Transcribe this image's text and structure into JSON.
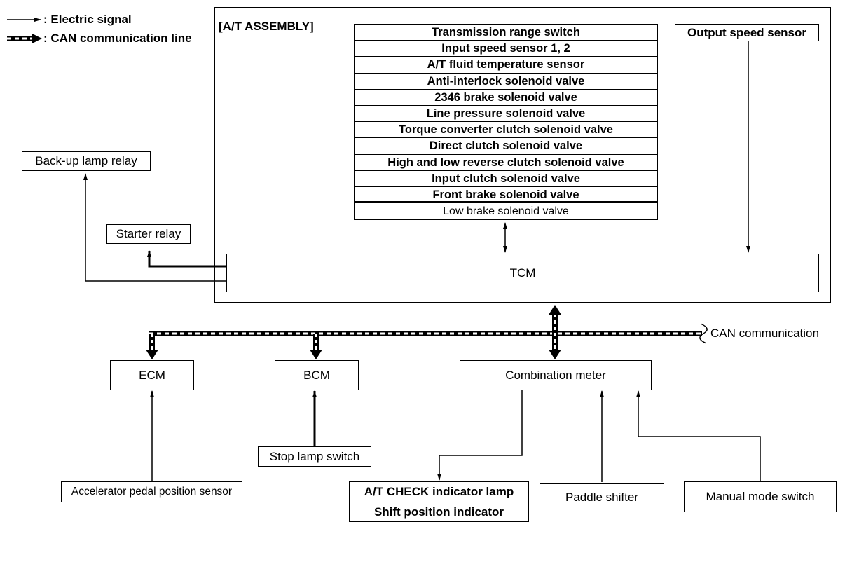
{
  "legend": {
    "electric_signal": ": Electric signal",
    "can_line": ": CAN communication line"
  },
  "assembly": {
    "title": "[A/T ASSEMBLY]",
    "components": [
      "Transmission range switch",
      "Input speed sensor 1, 2",
      "A/T fluid temperature sensor",
      "Anti-interlock solenoid valve",
      "2346 brake solenoid valve",
      "Line pressure solenoid valve",
      "Torque converter clutch solenoid valve",
      "Direct clutch solenoid valve",
      "High and low reverse clutch solenoid valve",
      "Input clutch solenoid valve",
      "Front brake solenoid valve",
      "Low brake solenoid valve"
    ],
    "output_speed_sensor": "Output speed sensor",
    "tcm": "TCM"
  },
  "relays": {
    "backup_lamp": "Back-up lamp relay",
    "starter": "Starter relay"
  },
  "can_label": "CAN communication",
  "modules": {
    "ecm": "ECM",
    "bcm": "BCM",
    "combination_meter": "Combination meter"
  },
  "inputs": {
    "stop_lamp_switch": "Stop lamp switch",
    "accelerator_sensor": "Accelerator pedal position sensor",
    "paddle_shifter": "Paddle shifter",
    "manual_mode_switch": "Manual mode switch"
  },
  "indicators": {
    "at_check": "A/T CHECK indicator lamp",
    "shift_position": "Shift position indicator"
  },
  "colors": {
    "line": "#000000",
    "background": "#ffffff"
  }
}
